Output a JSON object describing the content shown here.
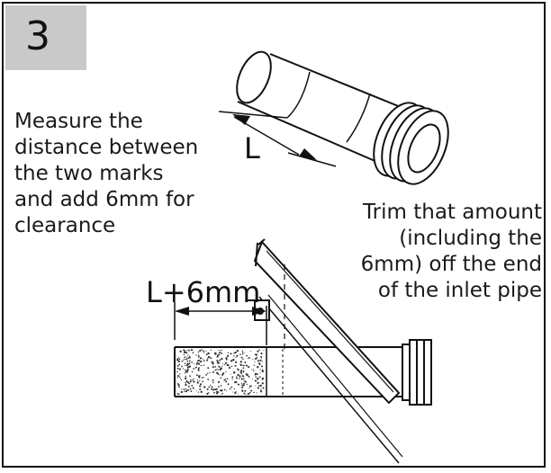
{
  "step": {
    "number": "3"
  },
  "instructions": {
    "left_lines": [
      "Measure the",
      "distance between",
      "the two marks",
      "and add 6mm for",
      "clearance"
    ],
    "right_lines": [
      "Trim that amount",
      "(including the",
      "6mm) off the end",
      "of the inlet pipe"
    ]
  },
  "dimensions": {
    "measured": "L",
    "cut_length": "L+6mm"
  }
}
